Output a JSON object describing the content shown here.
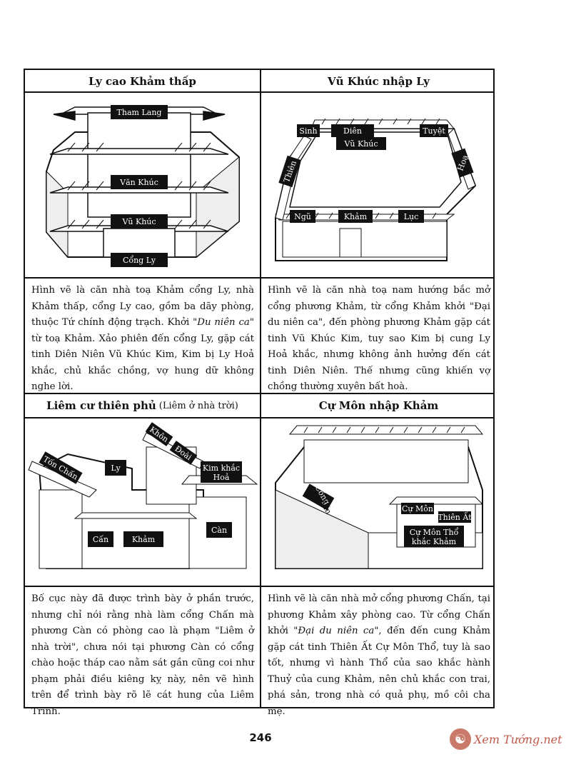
{
  "cells": [
    {
      "title": "Ly cao Khảm thấp",
      "subtitle": "",
      "labels": [
        "Tham Lang",
        "Văn Khúc",
        "Vũ Khúc",
        "Cổng Ly"
      ],
      "text": [
        {
          "t": "Hình vẽ là căn nhà toạ Khảm cổng Ly, nhà Khảm thấp, cổng Ly cao, gồm ba dãy phòng, thuộc Tứ chính động trạch. Khởi \""
        },
        {
          "t": "Du niên ca",
          "i": true
        },
        {
          "t": "\" từ toạ Khảm. Xảo phiên đến cổng Ly, gặp cát tinh Diên Niên Vũ Khúc Kim, Kim bị Ly Hoả khắc, chủ khắc chồng, vợ hung dữ không nghe lời."
        }
      ]
    },
    {
      "title": "Vũ Khúc nhập Ly",
      "subtitle": "",
      "labels": [
        "Sinh",
        "Diên",
        "Tuyệt",
        "Vũ Khúc",
        "Thiên",
        "Hoạ",
        "Ngũ",
        "Khảm",
        "Lục"
      ],
      "text": [
        {
          "t": "Hình vẽ là căn nhà toạ nam hướng bắc mở cổng phương Khảm, từ cổng Khảm khởi \"Đại du niên ca\", đến phòng phương Khảm gặp cát tinh Vũ Khúc Kim, tuy sao Kim bị cung Ly Hoả khắc, nhưng không ảnh hưởng đến cát tinh Diên Niên. Thế nhưng cũng khiến vợ chồng thường xuyên bất hoà."
        }
      ]
    },
    {
      "title": "Liêm cư thiên phủ",
      "subtitle": "(Liêm ở nhà trời)",
      "labels": [
        "Tốn Chấn",
        "Ly",
        "Khôn",
        "Đoài",
        "Kim khắc",
        "Hoả",
        "Cấn",
        "Khảm",
        "Càn"
      ],
      "text": [
        {
          "t": "Bố cục này đã được trình bày ở phần trước, nhưng chỉ nói rằng nhà làm cổng Chấn mà phương Càn có phòng cao là phạm \"Liêm ở nhà trời\", chưa nói tại phương Càn có cổng chào hoặc tháp cao nằm sát gần cũng coi như phạm phải điều kiêng kỵ này, nên vẽ hình trên để trình bày rõ lẽ cát hung của Liêm Trinh."
        }
      ]
    },
    {
      "title": "Cự Môn nhập Khảm",
      "subtitle": "",
      "labels": [
        "Cổng",
        "Chấn",
        "Cự Môn",
        "Thiên Ất",
        "Cự Môn Thổ",
        "khắc Khảm"
      ],
      "text": [
        {
          "t": "Hình vẽ là căn nhà mở cổng phương Chấn, tại phương Khảm xây phòng cao. Từ cổng Chấn khởi \""
        },
        {
          "t": "Đại du niên ca",
          "i": true
        },
        {
          "t": "\", đến đến cung Khảm gặp cát tinh Thiên Ất Cự Môn Thổ, tuy là sao tốt, nhưng vì hành Thổ của sao khắc hành Thuỷ của cung Khảm, nên chủ khắc con trai, phá sản, trong nhà có quả phụ, mồ côi cha mẹ."
        }
      ]
    }
  ],
  "page_number": "246",
  "watermark": {
    "logo": "☯",
    "text": "Xem Tướng.net"
  }
}
